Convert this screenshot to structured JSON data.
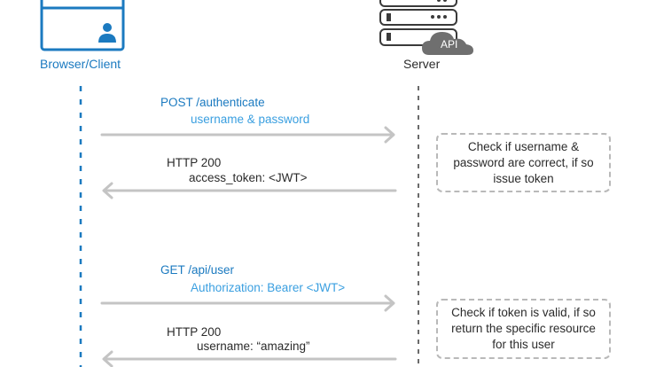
{
  "actors": {
    "client": {
      "label": "Browser/Client"
    },
    "server": {
      "label": "Server",
      "cloud_label": "API"
    }
  },
  "exchange1": {
    "request": {
      "line1": "POST /authenticate",
      "line2": "username & password"
    },
    "response": {
      "line1": "HTTP 200",
      "line2": "access_token: <JWT>"
    },
    "note": "Check if username & password are correct, if so issue token"
  },
  "exchange2": {
    "request": {
      "line1": "GET /api/user",
      "line2": "Authorization: Bearer <JWT>"
    },
    "response": {
      "line1": "HTTP 200",
      "line2": "username: “amazing”"
    },
    "note": "Check if token is valid, if so return the specific resource for this user"
  },
  "colors": {
    "brand_blue": "#1b7ac0",
    "light_blue": "#3a9fe0",
    "arrow_gray": "#c4c4c4",
    "server_outline": "#3a3a3a",
    "cloud_gray": "#6f6f6f"
  },
  "icons": [
    "browser-window-icon",
    "user-icon",
    "server-rack-icon",
    "api-cloud-icon"
  ]
}
